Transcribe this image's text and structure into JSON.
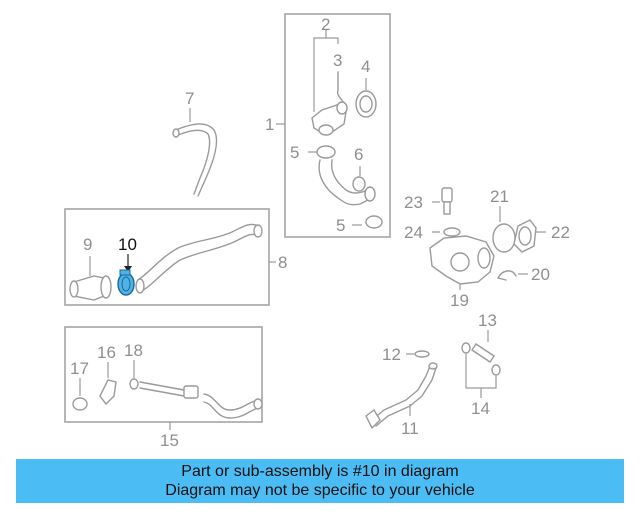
{
  "diagram": {
    "labels": {
      "l1": "1",
      "l2": "2",
      "l3": "3",
      "l4": "4",
      "l5a": "5",
      "l5b": "5",
      "l6": "6",
      "l7": "7",
      "l8": "8",
      "l9": "9",
      "l10": "10",
      "l11": "11",
      "l12": "12",
      "l13": "13",
      "l14": "14",
      "l15": "15",
      "l16": "16",
      "l17": "17",
      "l18": "18",
      "l19": "19",
      "l20": "20",
      "l21": "21",
      "l22": "22",
      "l23": "23",
      "l24": "24"
    },
    "highlight_part": "10",
    "highlight_color": "#4fb3e8",
    "line_color": "#9a9a9a"
  },
  "banner": {
    "line1": "Part or sub-assembly is #10 in diagram",
    "line2": "Diagram may not be specific to your vehicle",
    "background": "#4cbcf5"
  }
}
